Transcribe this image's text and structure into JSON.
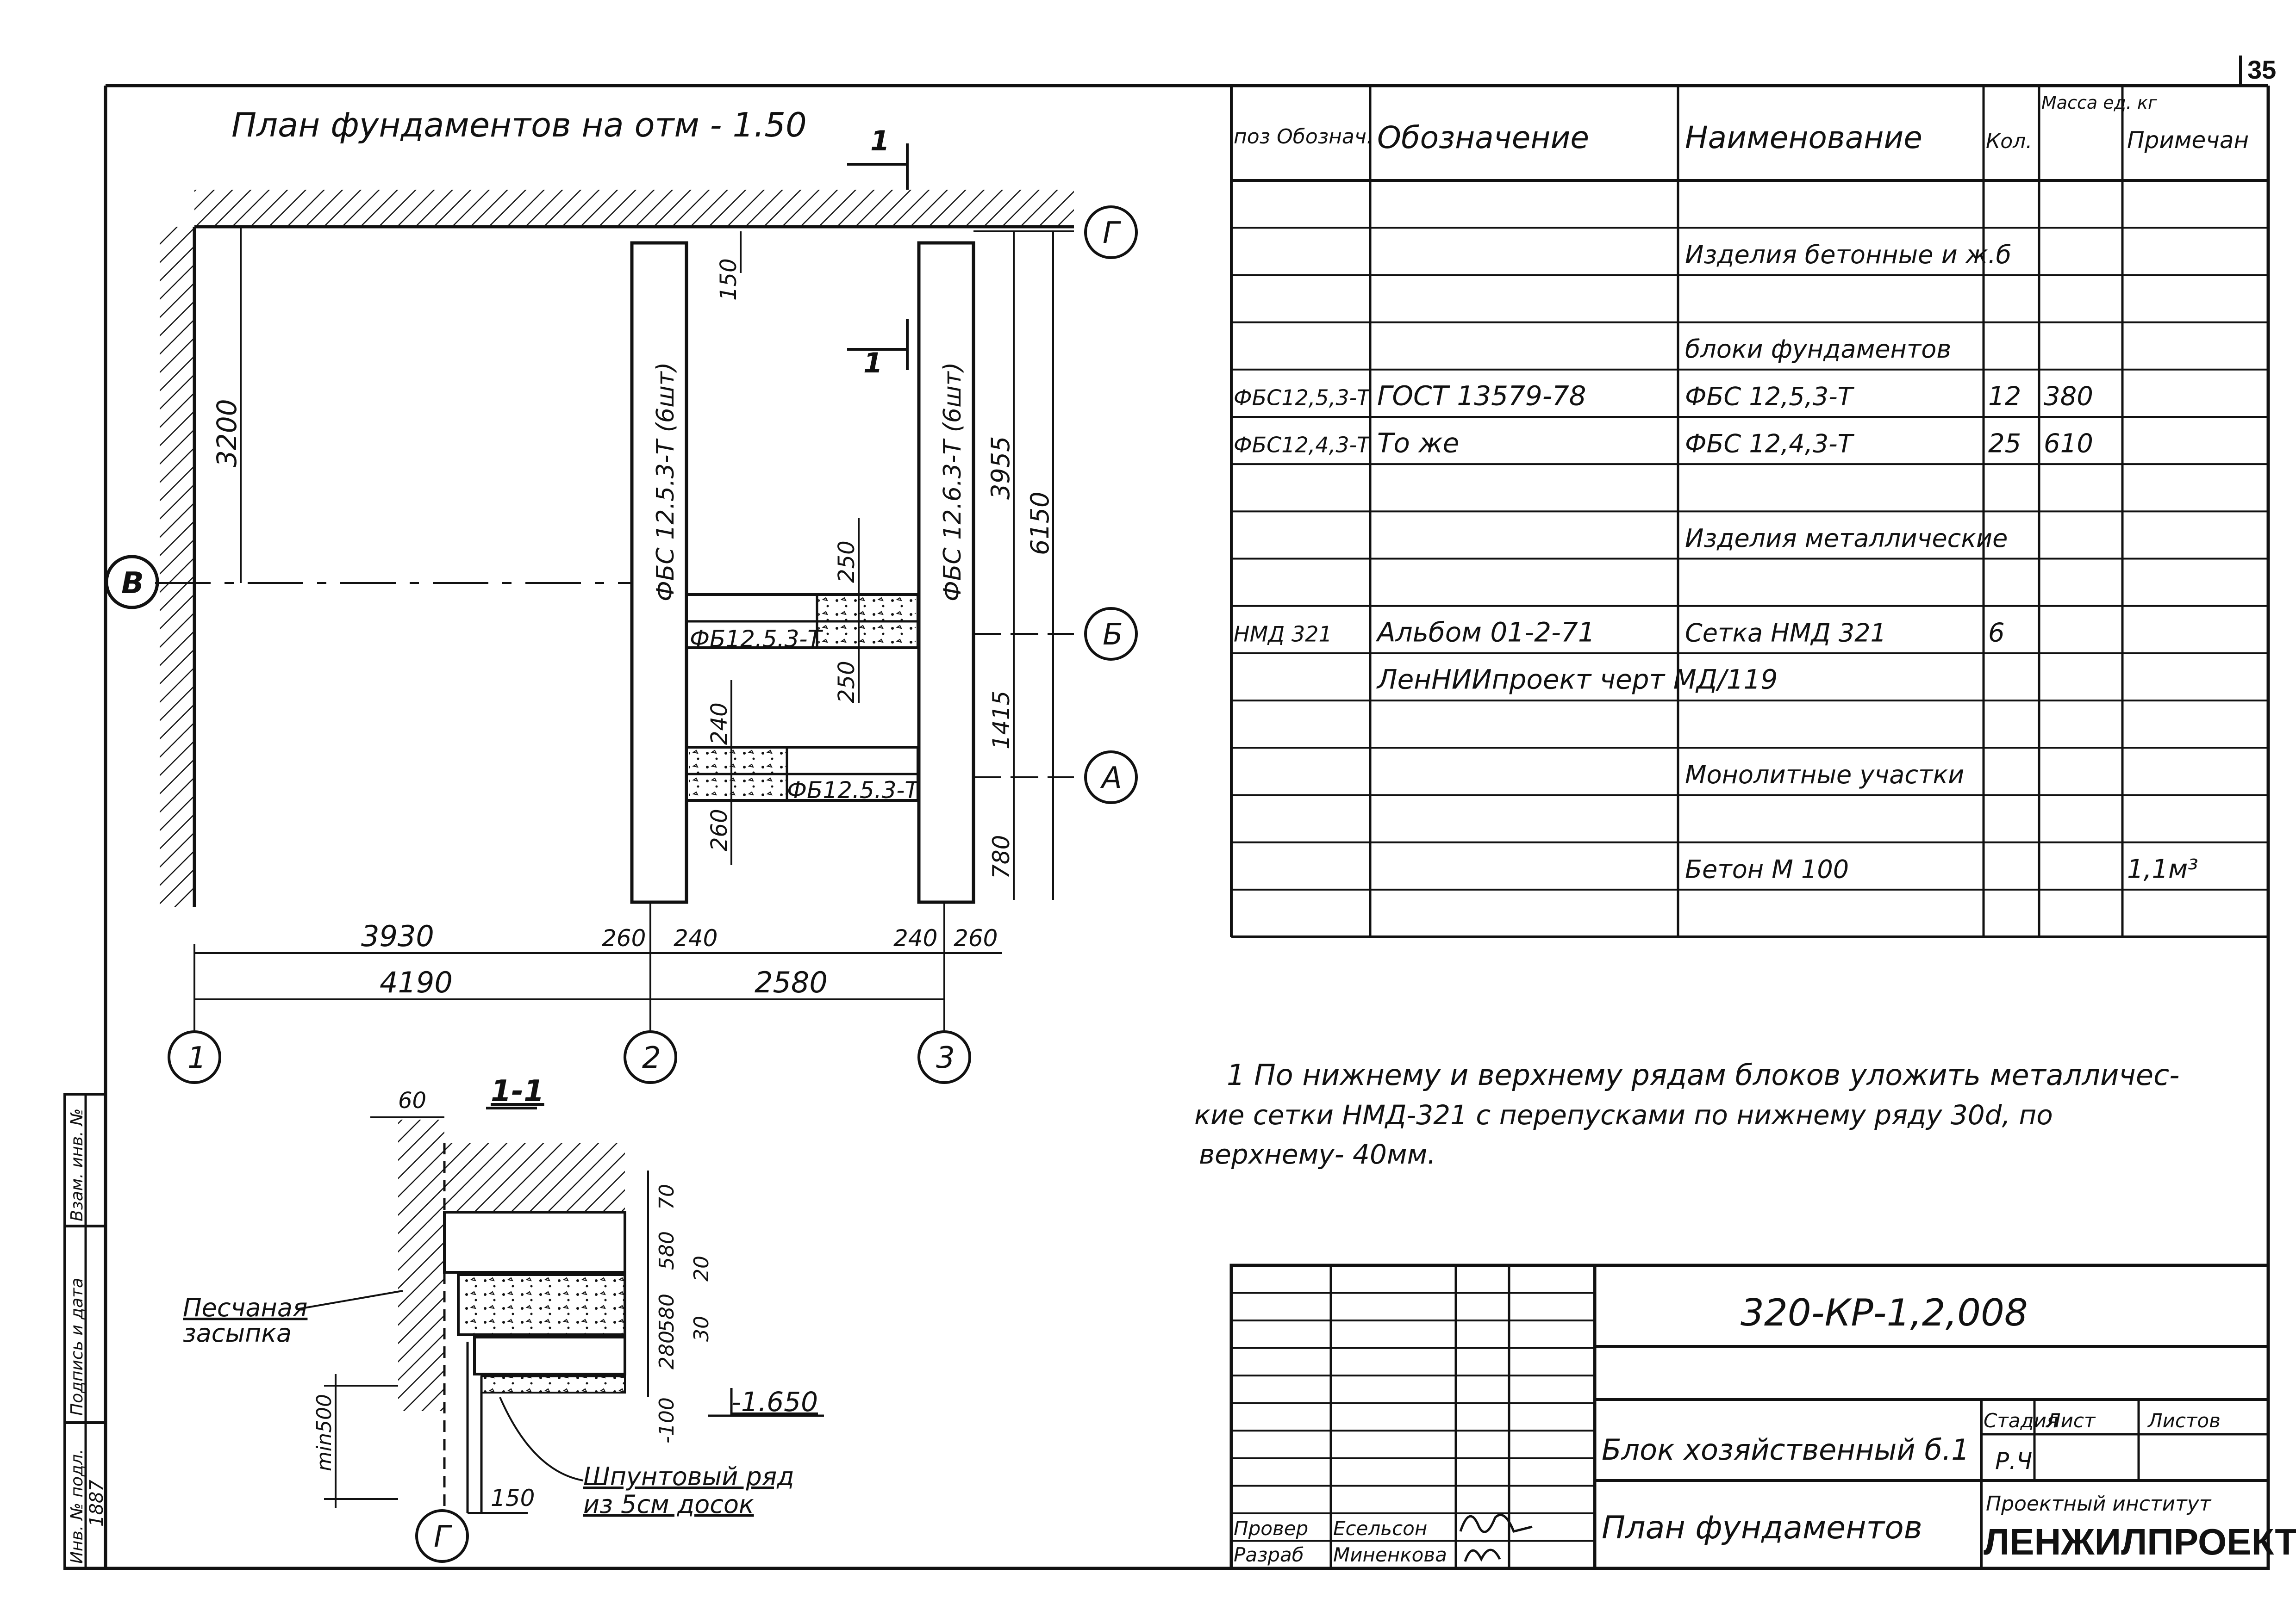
{
  "page_number": "35",
  "plan": {
    "title": "План фундаментов на отм - 1.50",
    "section_marker": "1",
    "axes": {
      "row_G": "Г",
      "row_B": "Б",
      "row_A": "А",
      "row_V": "В",
      "col_1": "1",
      "col_2": "2",
      "col_3": "3"
    },
    "dims": {
      "d3200": "3200",
      "d150": "150",
      "d3955": "3955",
      "d6150": "6150",
      "d1415": "1415",
      "d780": "780",
      "d250a": "250",
      "d250b": "250",
      "d240": "240",
      "d260": "260",
      "d3930": "3930",
      "d260b": "260",
      "d240b": "240",
      "d240c": "240",
      "d260c": "260",
      "d4190": "4190",
      "d2580": "2580"
    },
    "labels": {
      "wall2": "ФБС 12.5.3-Т (6шт)",
      "wall3": "ФБС 12.6.3-Т (6шт)",
      "block_upper": "ФБ12.5.3-Т",
      "block_lower": "ФБ12.5.3-Т"
    }
  },
  "section": {
    "title": "1-1",
    "dims": {
      "d60": "60",
      "d70": "70",
      "d580a": "580",
      "d20": "20",
      "d580b": "580",
      "d30": "30",
      "d280": "280",
      "d100": "-100",
      "d150": "150",
      "dmin500": "min500"
    },
    "level": "-1.650",
    "axis": "Г",
    "sand_label_1": "Песчаная",
    "sand_label_2": "засыпка",
    "plank_label_1": "Шпунтовый ряд",
    "plank_label_2": "из 5см досок"
  },
  "spec_table": {
    "headers": {
      "pos": "поз Обознач.",
      "designation": "Обозначение",
      "name": "Наименование",
      "qty": "Кол.",
      "mass": "Масса ед. кг",
      "note": "Примечан"
    },
    "rows": [
      {
        "pos": "",
        "designation": "",
        "name": "",
        "qty": "",
        "mass": "",
        "note": ""
      },
      {
        "pos": "",
        "designation": "",
        "name": "Изделия бетонные и ж.б",
        "qty": "",
        "mass": "",
        "note": ""
      },
      {
        "pos": "",
        "designation": "",
        "name": "",
        "qty": "",
        "mass": "",
        "note": ""
      },
      {
        "pos": "",
        "designation": "",
        "name": "блоки фундаментов",
        "qty": "",
        "mass": "",
        "note": ""
      },
      {
        "pos": "ФБС12,5,3-Т",
        "designation": "ГОСТ 13579-78",
        "name": "ФБС 12,5,3-Т",
        "qty": "12",
        "mass": "380",
        "note": ""
      },
      {
        "pos": "ФБС12,4,3-Т",
        "designation": "То же",
        "name": "ФБС 12,4,3-Т",
        "qty": "25",
        "mass": "610",
        "note": ""
      },
      {
        "pos": "",
        "designation": "",
        "name": "",
        "qty": "",
        "mass": "",
        "note": ""
      },
      {
        "pos": "",
        "designation": "",
        "name": "Изделия металлические",
        "qty": "",
        "mass": "",
        "note": ""
      },
      {
        "pos": "",
        "designation": "",
        "name": "",
        "qty": "",
        "mass": "",
        "note": ""
      },
      {
        "pos": "НМД 321",
        "designation": "Альбом 01-2-71",
        "name": "Сетка НМД 321",
        "qty": "6",
        "mass": "",
        "note": ""
      },
      {
        "pos": "",
        "designation": "ЛенНИИпроект черт МД/119",
        "name": "",
        "qty": "",
        "mass": "",
        "note": ""
      },
      {
        "pos": "",
        "designation": "",
        "name": "",
        "qty": "",
        "mass": "",
        "note": ""
      },
      {
        "pos": "",
        "designation": "",
        "name": "Монолитные участки",
        "qty": "",
        "mass": "",
        "note": ""
      },
      {
        "pos": "",
        "designation": "",
        "name": "",
        "qty": "",
        "mass": "",
        "note": ""
      },
      {
        "pos": "",
        "designation": "",
        "name": "Бетон М 100",
        "qty": "",
        "mass": "",
        "note": "1,1м³"
      },
      {
        "pos": "",
        "designation": "",
        "name": "",
        "qty": "",
        "mass": "",
        "note": ""
      }
    ]
  },
  "notes": {
    "line1": "1 По нижнему и верхнему рядам блоков уложить металличес-",
    "line2": "кие сетки НМД-321  с перепусками по нижнему ряду 30d, по",
    "line3": "верхнему- 40мм."
  },
  "title_block": {
    "code": "320-КР-1,2,008",
    "object": "Блок хозяйственный б.1",
    "sheet_name": "План фундаментов",
    "stage_header": "Стадия",
    "sheet_header": "Лист",
    "sheets_header": "Листов",
    "stage": "Р.Ч",
    "institute_1": "Проектный институт",
    "institute_2": "ЛЕНЖИЛПРОЕКТ",
    "role_1": "Провер",
    "name_1": "Есельсон",
    "role_2": "Разраб",
    "name_2": "Миненкова"
  },
  "side_stamp": {
    "label1": "Инв. № подл.",
    "label2": "Подпись и дата",
    "label3": "Взам. инв. №",
    "inv_no": "1887"
  }
}
